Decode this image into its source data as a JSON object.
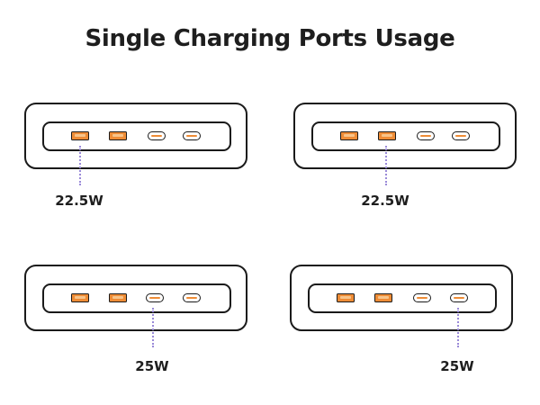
{
  "title": "Single Charging Ports Usage",
  "colors": {
    "outline": "#1a1a1a",
    "port_accent": "#ee8c36",
    "leader_line": "#9a8ad8"
  },
  "diagrams": [
    {
      "power": "22.5W",
      "active_port": "usb-a-1"
    },
    {
      "power": "22.5W",
      "active_port": "usb-a-2"
    },
    {
      "power": "25W",
      "active_port": "usb-c-1"
    },
    {
      "power": "25W",
      "active_port": "usb-c-2"
    }
  ]
}
